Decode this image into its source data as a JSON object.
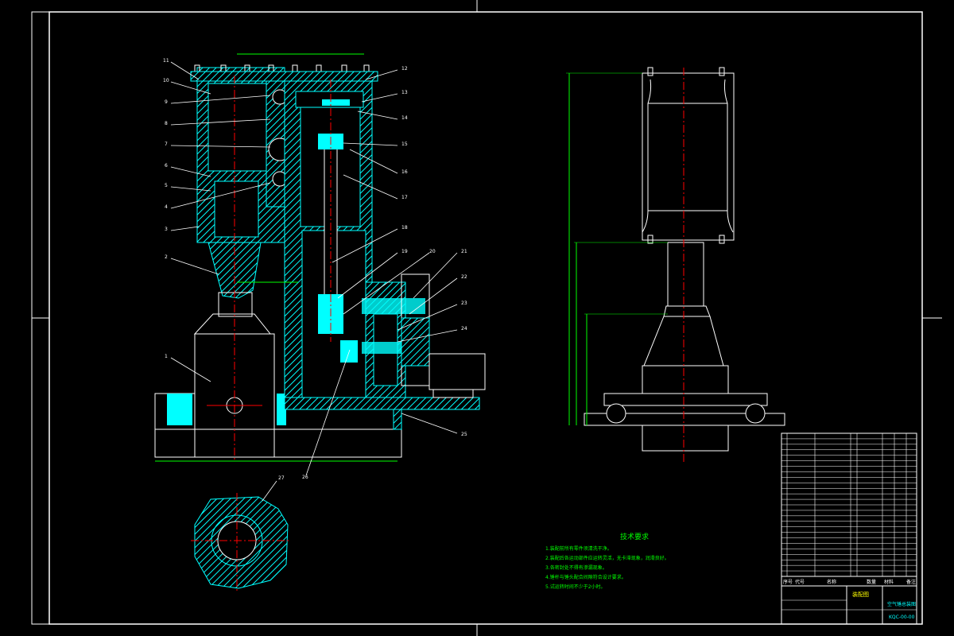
{
  "drawing": {
    "tech_title": "技术要求",
    "tech_notes": [
      "1.装配前所有零件须清洗干净。",
      "2.装配后各运动部件应运转灵活，无卡滞现象，润滑良好。",
      "3.各密封处不得有渗漏现象。",
      "4.锤杆与锤头配合间隙符合设计要求。",
      "5.试运转时间不少于2小时。"
    ],
    "callouts_left": [
      "11",
      "10",
      "9",
      "8",
      "7",
      "6",
      "5",
      "4",
      "3",
      "2",
      "1"
    ],
    "callouts_right": [
      "12",
      "13",
      "14",
      "15",
      "16",
      "17",
      "18",
      "19",
      "20",
      "21",
      "22",
      "23",
      "24",
      "25",
      "26"
    ],
    "callout_bottom": "27",
    "title_block": {
      "drawing_name": "空气锤总装图",
      "drawing_no": "KQC-00-00",
      "material_title": "装配图",
      "header_labels": [
        "序号",
        "代号",
        "名称",
        "数量",
        "材料",
        "备注"
      ]
    },
    "colors": {
      "background": "#000000",
      "border": "#ffffff",
      "section": "#00ffff",
      "hatch": "#00ffff",
      "dim": "#00ff00",
      "center": "#ff0000",
      "note": "#00ff00",
      "title": "#ffff00"
    }
  }
}
